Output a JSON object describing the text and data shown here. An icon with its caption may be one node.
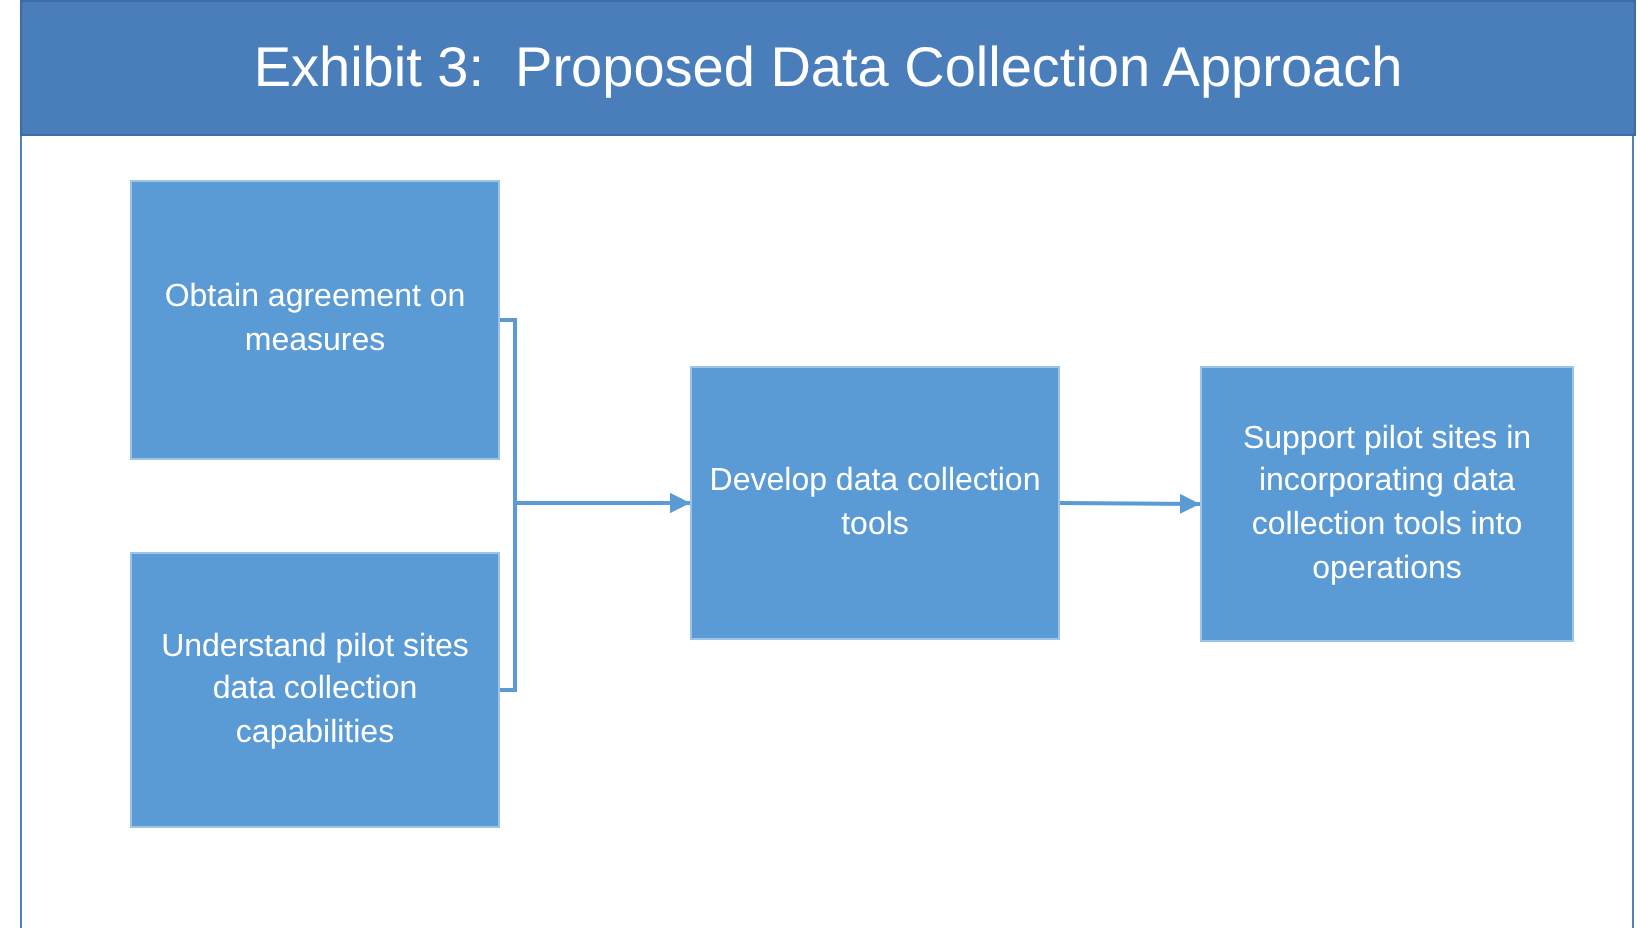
{
  "diagram": {
    "title": "Exhibit 3:  Proposed Data Collection Approach",
    "nodes": [
      {
        "text": [
          "Obtain agreement on measures"
        ]
      },
      {
        "text": [
          "Understand pilot sites data collection capabilities"
        ]
      },
      {
        "text": [
          "Develop data collection tools"
        ]
      },
      {
        "text": [
          "Support pilot sites in incorporating data collection tools into operations"
        ]
      }
    ],
    "edges": [
      {
        "from": 0,
        "to": 2,
        "arrow": "to"
      },
      {
        "from": 1,
        "to": 2,
        "arrow": "to"
      },
      {
        "from": 2,
        "to": 3,
        "arrow": "to"
      }
    ]
  }
}
